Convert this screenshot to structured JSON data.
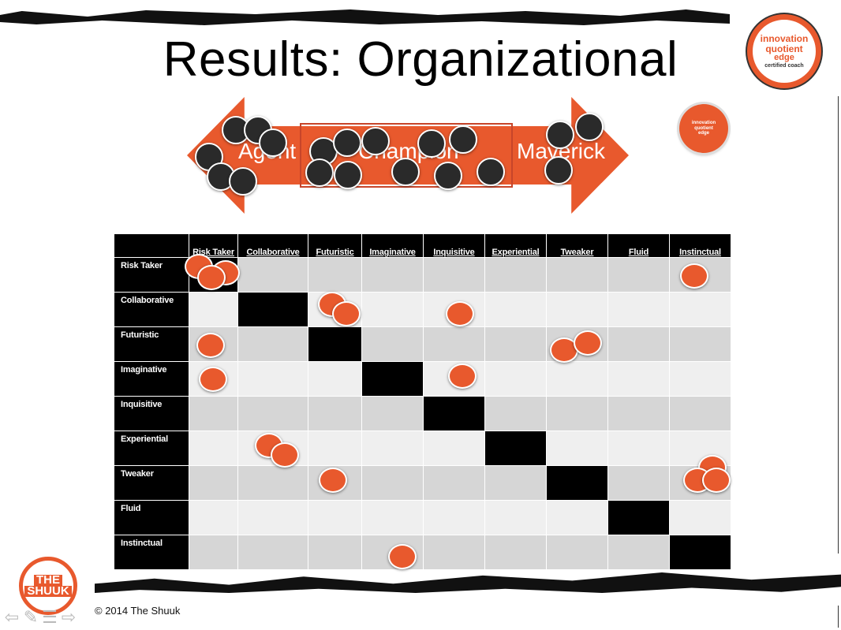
{
  "slide": {
    "title": "Results: Organizational"
  },
  "logos": {
    "iq_main": [
      "innovation",
      "quotient",
      "edge",
      "certified coach"
    ],
    "iq_small": [
      "innovation",
      "quotient",
      "edge"
    ],
    "shuuk": [
      "THE",
      "SHUUK"
    ]
  },
  "arrow": {
    "labels": [
      "Agent",
      "Champion",
      "Maverick"
    ],
    "color": "#e8592d",
    "dot_color": "#2a2a2a"
  },
  "matrix": {
    "columns": [
      "Risk Taker",
      "Collaborative",
      "Futuristic",
      "Imaginative",
      "Inquisitive",
      "Experiential",
      "Tweaker",
      "Fluid",
      "Instinctual"
    ],
    "rows": [
      "Risk Taker",
      "Collaborative",
      "Futuristic",
      "Imaginative",
      "Inquisitive",
      "Experiential",
      "Tweaker",
      "Fluid",
      "Instinctual"
    ],
    "dot_color": "#e8592d"
  },
  "footer": {
    "copyright": "© 2014 The Shuuk",
    "nav_icons": [
      "arrow-left-icon",
      "pen-icon",
      "menu-icon",
      "arrow-right-icon"
    ]
  }
}
